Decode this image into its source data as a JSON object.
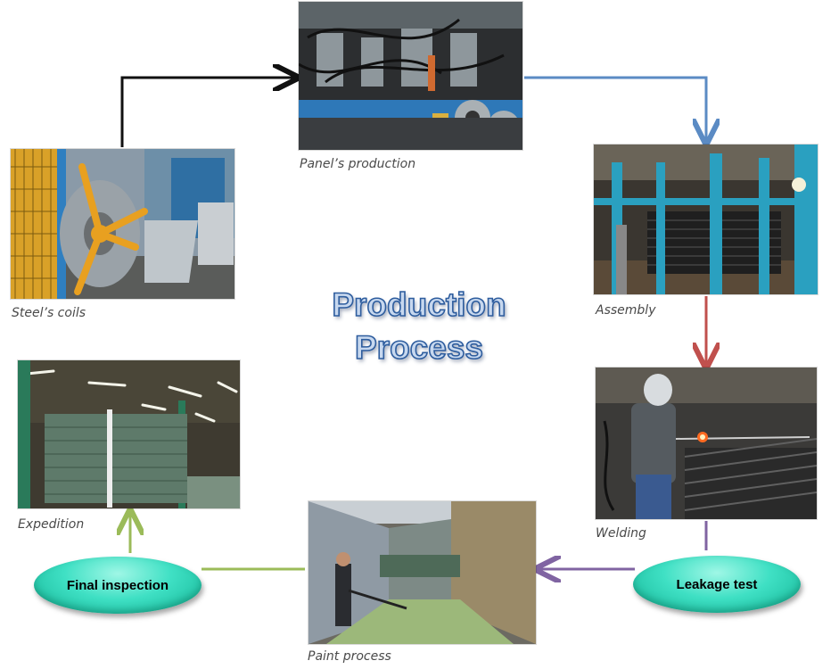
{
  "title": {
    "line1": "Production",
    "line2": "Process"
  },
  "steps": {
    "steels_coils": {
      "caption": "Steel’s coils"
    },
    "panels_production": {
      "caption": "Panel’s production"
    },
    "assembly": {
      "caption": "Assembly"
    },
    "welding": {
      "caption": "Welding"
    },
    "leakage_test": {
      "label": "Leakage test"
    },
    "paint_process": {
      "caption": "Paint process"
    },
    "final_inspection": {
      "label": "Final inspection"
    },
    "expedition": {
      "caption": "Expedition"
    }
  },
  "colors": {
    "arrow_coils_to_panel": "#111111",
    "arrow_panel_to_assembly": "#5b8bc4",
    "arrow_assembly_to_welding": "#c0504d",
    "arrow_welding_to_paint": "#8064a2",
    "arrow_paint_to_expedition": "#9bbb59",
    "title_fill": "#c7d8ef",
    "title_stroke": "#2e5d9e",
    "bubble": "#3fe0c4"
  }
}
